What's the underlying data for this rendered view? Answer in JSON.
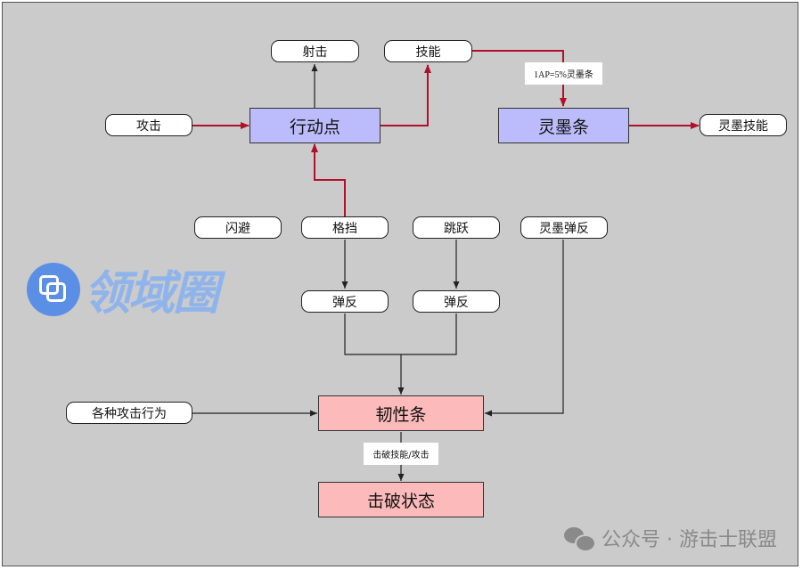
{
  "diagram": {
    "nodes": {
      "shoot": "射击",
      "skill": "技能",
      "attack": "攻击",
      "action_points": "行动点",
      "ink_bar": "灵墨条",
      "ink_skill": "灵墨技能",
      "dodge": "闪避",
      "block": "格挡",
      "jump": "跳跃",
      "ink_parry": "灵墨弹反",
      "parry_1": "弹反",
      "parry_2": "弹反",
      "various_attacks": "各种攻击行为",
      "toughness_bar": "韧性条",
      "break_state": "击破状态"
    },
    "edge_labels": {
      "skill_to_ink": "1AP=5%灵墨条",
      "toughness_to_break": "击破技能/攻击"
    },
    "colors": {
      "highlight_edge": "#b0102a",
      "normal_edge": "#222222",
      "core_node": "#bcbcfc",
      "toughness_node": "#fcbaba",
      "background": "#cbcbcb"
    }
  },
  "watermark": {
    "text": "领域圈"
  },
  "footer": {
    "source": "公众号 · 游击士联盟"
  }
}
